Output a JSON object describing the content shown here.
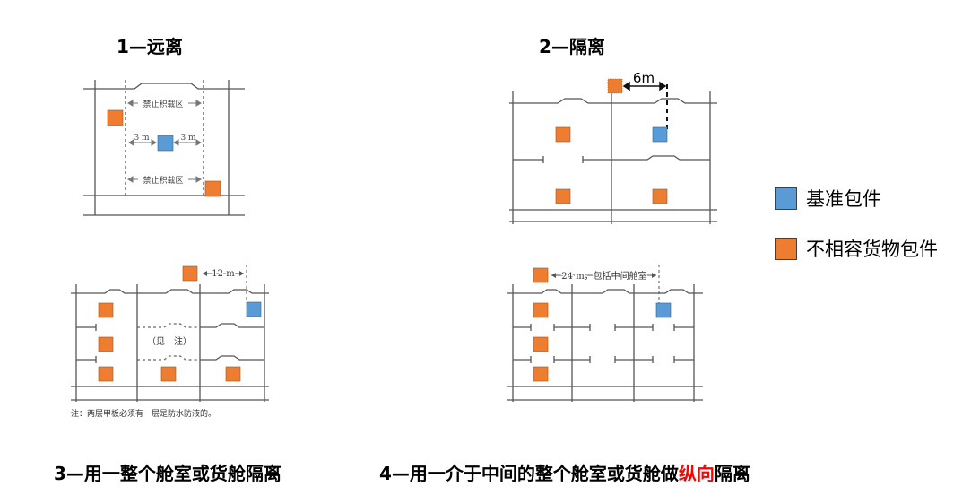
{
  "colors": {
    "base": "#5b9bd5",
    "incompatible": "#ed7d31",
    "caption_highlight": "#ff0000"
  },
  "titles": {
    "panel1": "1—远离",
    "panel2": "2—隔离"
  },
  "panel1": {
    "zone_top": "禁止积载区",
    "zone_bottom": "禁止积载区",
    "dist_left": "3 m",
    "dist_right": "3 m"
  },
  "panel2": {
    "distance": "6m"
  },
  "panel3": {
    "distance": "12 m",
    "note_center": "（见　注）",
    "footnote": "注：两层甲板必须有一层是防水防液的。"
  },
  "panel4": {
    "distance": "24 m，包括中间舱室"
  },
  "legend": [
    {
      "label": "基准包件",
      "icon": "blue-square"
    },
    {
      "label": "不相容货物包件",
      "icon": "orange-square"
    }
  ],
  "captions": {
    "c3": "3—用一整个舱室或货舱隔离",
    "c4_prefix": "4—用一介于中间的整个舱室或货舱做",
    "c4_highlight": "纵向",
    "c4_suffix": "隔离"
  }
}
